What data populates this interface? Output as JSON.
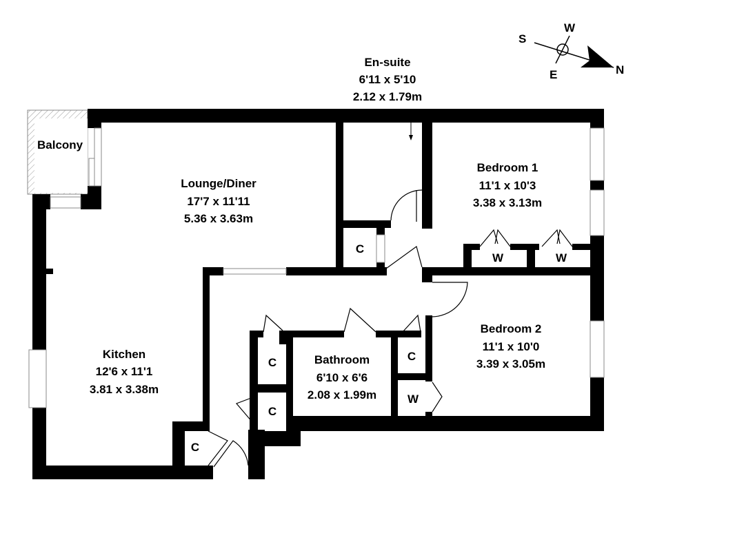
{
  "compass": {
    "n": "N",
    "s": "S",
    "e": "E",
    "w": "W"
  },
  "rooms": {
    "ensuite": {
      "name": "En-suite",
      "imperial": "6'11 x 5'10",
      "metric": "2.12 x 1.79m"
    },
    "balcony": {
      "name": "Balcony"
    },
    "lounge": {
      "name": "Lounge/Diner",
      "imperial": "17'7 x 11'11",
      "metric": "5.36 x 3.63m"
    },
    "bedroom1": {
      "name": "Bedroom 1",
      "imperial": "11'1 x 10'3",
      "metric": "3.38 x 3.13m"
    },
    "bedroom2": {
      "name": "Bedroom 2",
      "imperial": "11'1 x 10'0",
      "metric": "3.39 x 3.05m"
    },
    "kitchen": {
      "name": "Kitchen",
      "imperial": "12'6 x 11'1",
      "metric": "3.81 x 3.38m"
    },
    "bathroom": {
      "name": "Bathroom",
      "imperial": "6'10 x 6'6",
      "metric": "2.08 x 1.99m"
    }
  },
  "cupboards": {
    "c": "C",
    "w": "W"
  }
}
